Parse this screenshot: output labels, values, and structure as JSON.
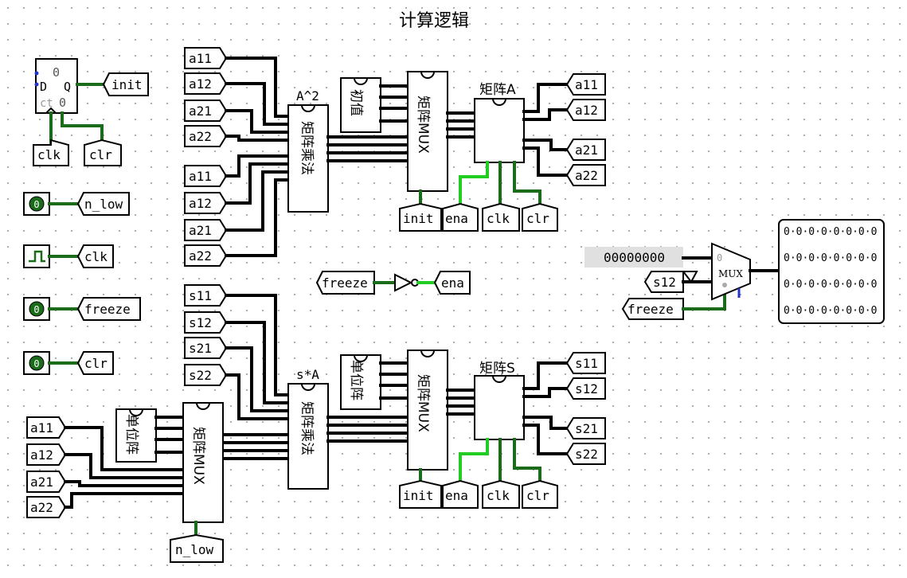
{
  "title": "计算逻辑",
  "top_labels": {
    "a11": "a11",
    "a12": "a12",
    "a21": "a21",
    "a22": "a22",
    "a11b": "a11",
    "a12b": "a12",
    "a21b": "a21",
    "a22b": "a22"
  },
  "mult_top": {
    "label": "A^2",
    "body": "矩阵乘法"
  },
  "mult_bot": {
    "label": "s*A",
    "body": "矩阵乘法"
  },
  "mux_top": {
    "body": "矩阵MUX",
    "const": "初值"
  },
  "mux_bot": {
    "body": "矩阵MUX",
    "const": "单位阵"
  },
  "mux_left": {
    "body": "矩阵MUX",
    "const": "单位阵",
    "sel": "n_low"
  },
  "reg_top": {
    "label": "矩阵A",
    "out": [
      "a11",
      "a12",
      "a21",
      "a22"
    ],
    "ctrl": [
      "init",
      "ena",
      "clk",
      "clr"
    ]
  },
  "reg_bot": {
    "label": "矩阵S",
    "out": [
      "s11",
      "s12",
      "s21",
      "s22"
    ],
    "ctrl": [
      "init",
      "ena",
      "clk",
      "clr"
    ]
  },
  "s_in": [
    "s11",
    "s12",
    "s21",
    "s22"
  ],
  "left_in": [
    "a11",
    "a12",
    "a21",
    "a22"
  ],
  "flipflop": {
    "q": "Q",
    "d": "D",
    "top": "0",
    "bot": "0",
    "ct": "ct",
    "out": "init",
    "clk": "clk",
    "clr": "clr"
  },
  "inputs": [
    {
      "val": "0",
      "tunnel": "n_low"
    },
    {
      "val": "",
      "tunnel": "clk"
    },
    {
      "val": "0",
      "tunnel": "freeze"
    },
    {
      "val": "0",
      "tunnel": "clr"
    }
  ],
  "freeze_not": {
    "in": "freeze",
    "out": "ena"
  },
  "out_mux": {
    "label": "MUX",
    "in0": "0",
    "const": "00000000",
    "sel_in": "s12",
    "freeze": "freeze"
  },
  "display_rows": [
    "0·0·0·0·0·0·0·0",
    "0·0·0·0·0·0·0·0",
    "0·0·0·0·0·0·0·0",
    "0·0·0·0·0·0·0·0"
  ],
  "colors": {
    "wire": "#000000",
    "active": "#1a6b1a",
    "bright": "#22cc22",
    "port": "#2233cc"
  }
}
